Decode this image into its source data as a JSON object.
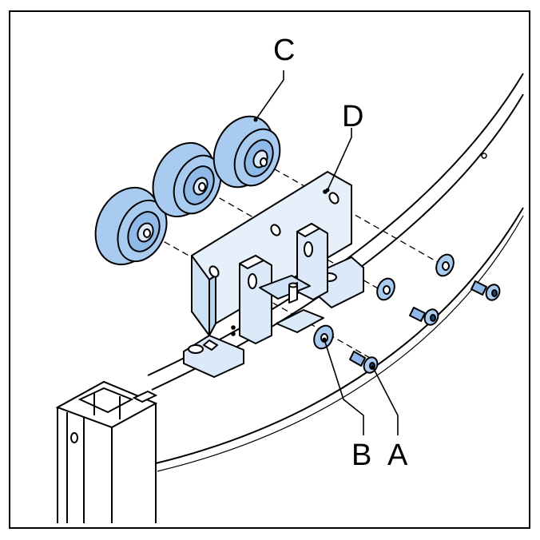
{
  "labels": {
    "a": "A",
    "b": "B",
    "c": "C",
    "d": "D"
  },
  "colors": {
    "part_fill": "#a9cbef",
    "part_fill_light": "#dbe9f8",
    "plate_fill": "#e6f0fb",
    "part_dark": "#4f7fb3",
    "stroke": "#000000",
    "frame": "#000000",
    "background": "#ffffff"
  }
}
